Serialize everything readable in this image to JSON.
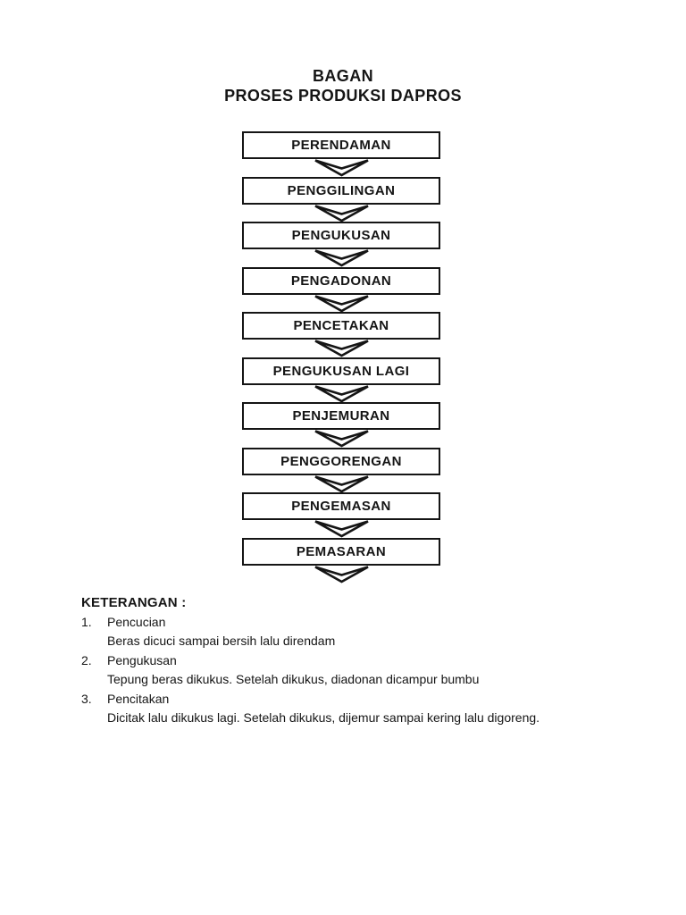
{
  "title": {
    "line1": "BAGAN",
    "line2": "PROSES PRODUKSI DAPROS"
  },
  "flowchart": {
    "steps": [
      "PERENDAMAN",
      "PENGGILINGAN",
      "PENGUKUSAN",
      "PENGADONAN",
      "PENCETAKAN",
      "PENGUKUSAN LAGI",
      "PENJEMURAN",
      "PENGGORENGAN",
      "PENGEMASAN",
      "PEMASARAN"
    ]
  },
  "notes": {
    "heading": "KETERANGAN :",
    "items": [
      {
        "number": "1.",
        "term": "Pencucian",
        "description": "Beras dicuci sampai bersih lalu direndam"
      },
      {
        "number": "2.",
        "term": "Pengukusan",
        "description": "Tepung beras dikukus. Setelah dikukus, diadonan dicampur bumbu"
      },
      {
        "number": "3.",
        "term": "Pencitakan",
        "description": "Dicitak lalu dikukus lagi. Setelah dikukus, dijemur sampai kering lalu digoreng."
      }
    ]
  },
  "colors": {
    "page_background": "#ffffff",
    "ink": "#151515"
  }
}
